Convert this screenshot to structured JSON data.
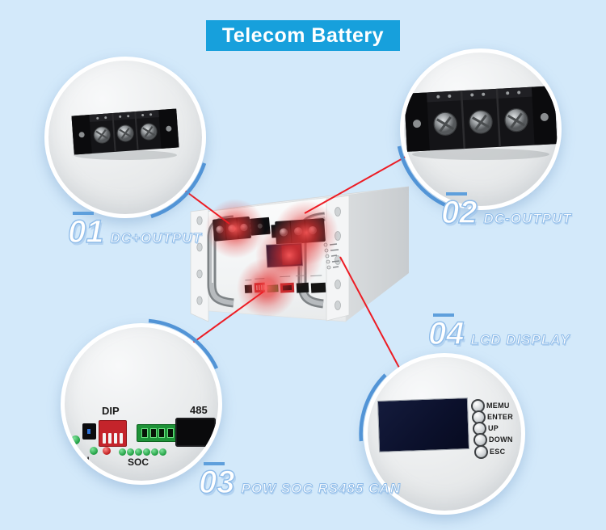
{
  "banner": {
    "title": "Telecom Battery"
  },
  "callouts": [
    {
      "number": "01",
      "label": "DC+OUTPUT"
    },
    {
      "number": "02",
      "label": "DC-OUTPUT"
    },
    {
      "number": "03",
      "label": "POW SOC RS485 CAN"
    },
    {
      "number": "04",
      "label": "LCD DISPLAY"
    }
  ],
  "io_panel": {
    "dip_label": "DIP",
    "port485_label": "485",
    "soc_label": "SOC",
    "run_label_partial": "N"
  },
  "lcd_panel": {
    "buttons": [
      {
        "label": "MEMU"
      },
      {
        "label": "ENTER"
      },
      {
        "label": "UP"
      },
      {
        "label": "DOWN"
      },
      {
        "label": "ESC"
      }
    ]
  },
  "colors": {
    "background": "#D3E9FA",
    "banner": "#17A0DC",
    "arc_blue": "#5294D6",
    "leader_red": "#ED1C24",
    "callout_outline": "#8FBCE9"
  }
}
